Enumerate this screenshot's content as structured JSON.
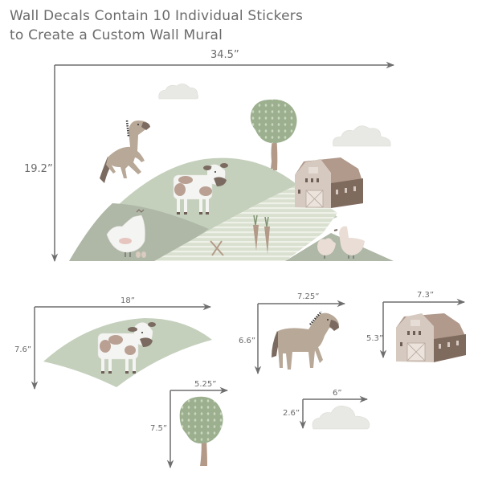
{
  "title": {
    "line1": "Wall Decals Contain 10 Individual Stickers",
    "line2": "to Create a Custom Wall Mural"
  },
  "mural": {
    "width_label": "34.5”",
    "height_label": "19.2”"
  },
  "stickers": [
    {
      "name": "Hill with cow",
      "width_label": "18”",
      "height_label": "7.6”"
    },
    {
      "name": "Horse",
      "width_label": "7.25”",
      "height_label": "6.6”"
    },
    {
      "name": "Barn",
      "width_label": "7.3”",
      "height_label": "5.3”"
    },
    {
      "name": "Tree",
      "width_label": "5.25”",
      "height_label": "7.5”"
    },
    {
      "name": "Cloud",
      "width_label": "6”",
      "height_label": "2.6”"
    }
  ],
  "colors": {
    "text": "#6b6b6b",
    "arrow": "#6e6e6e",
    "hill_light": "#c4cfbc",
    "hill_mid": "#afb7a7",
    "field": "#dde3d3",
    "horse": "#b8a898",
    "horse_dark": "#7a6a60",
    "barn_front": "#d6c9c0",
    "barn_roof": "#b19a8c",
    "barn_side": "#7f6a5e",
    "tree_foliage": "#9cb08f",
    "tree_trunk": "#b39a88",
    "cloud": "#e8e8e4",
    "cow_white": "#f4f4f2",
    "cow_spot": "#b9a093"
  }
}
